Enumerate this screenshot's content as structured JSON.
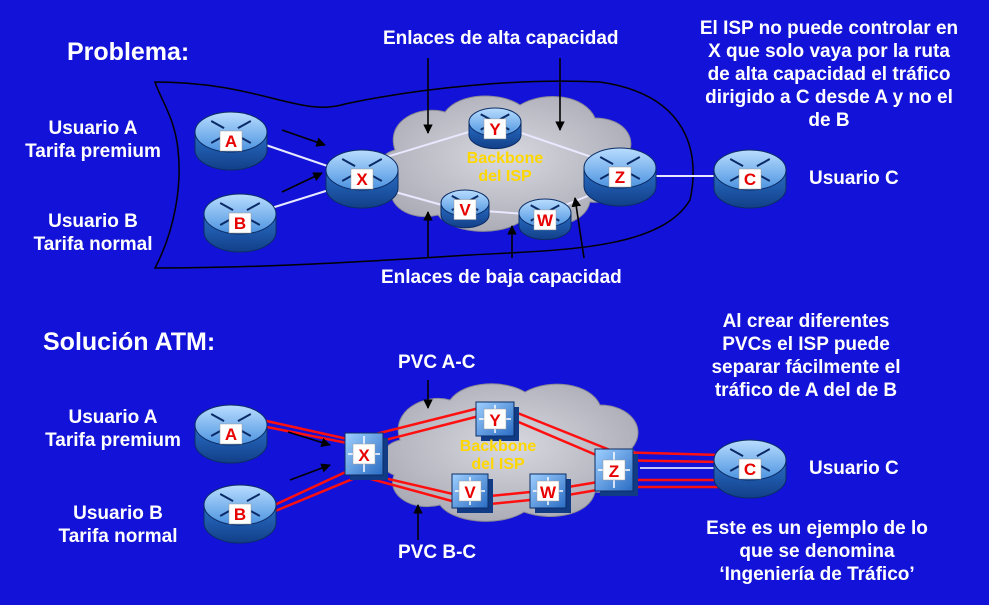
{
  "top": {
    "title": "Problema:",
    "high_capacity_label": "Enlaces de alta capacidad",
    "low_capacity_label": "Enlaces de baja capacidad",
    "note": [
      "El ISP no puede controlar en",
      "X que solo vaya por la ruta",
      "de alta capacidad el tráfico",
      "dirigido a C desde A y no el",
      "de B"
    ],
    "user_a": [
      "Usuario A",
      "Tarifa premium"
    ],
    "user_b": [
      "Usuario B",
      "Tarifa normal"
    ],
    "user_c": "Usuario C",
    "backbone": [
      "Backbone",
      "del ISP"
    ],
    "nodes": {
      "a": "A",
      "b": "B",
      "c": "C",
      "x": "X",
      "y": "Y",
      "z": "Z",
      "v": "V",
      "w": "W"
    }
  },
  "bottom": {
    "title": "Solución ATM:",
    "pvc_ac": "PVC A-C",
    "pvc_bc": "PVC B-C",
    "note": [
      "Al crear diferentes",
      "PVCs el ISP puede",
      "separar fácilmente el",
      "tráfico de A del de B"
    ],
    "footer_note": [
      "Este es un ejemplo de lo",
      "que se denomina",
      "‘Ingeniería de Tráfico’"
    ],
    "user_a": [
      "Usuario A",
      "Tarifa premium"
    ],
    "user_b": [
      "Usuario B",
      "Tarifa normal"
    ],
    "user_c": "Usuario C",
    "backbone": [
      "Backbone",
      "del ISP"
    ],
    "nodes": {
      "a": "A",
      "b": "B",
      "c": "C",
      "x": "X",
      "y": "Y",
      "z": "Z",
      "v": "V",
      "w": "W"
    }
  },
  "colors": {
    "background": "#1212d8",
    "text": "#ffffff",
    "backbone_text": "#ffd700",
    "node_letter": "#e60000",
    "pvc_line": "#ff1010",
    "cloud": "#c0c0c8"
  }
}
